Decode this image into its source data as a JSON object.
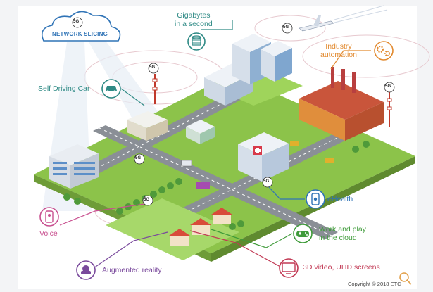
{
  "badge_text": "5G",
  "network_slicing": "NETWORK SLICING",
  "labels": {
    "gigabytes": "Gigabytes\nin a second",
    "industry": "Industry\nautomation",
    "self_driving": "Self Driving Car",
    "ehealth": "eHealth",
    "voice": "Voice",
    "work_play": "Work and play\nin the cloud",
    "ar": "Augmented reality",
    "video": "3D video, UHD screens"
  },
  "copyright": "Copyright © 2018 ETC",
  "colors": {
    "teal": "#2e8a85",
    "orange": "#e28a2f",
    "blue": "#2f73b6",
    "green": "#3f9b3a",
    "pink": "#c84f8f",
    "purple": "#7a4a9c",
    "red": "#c23a55"
  }
}
